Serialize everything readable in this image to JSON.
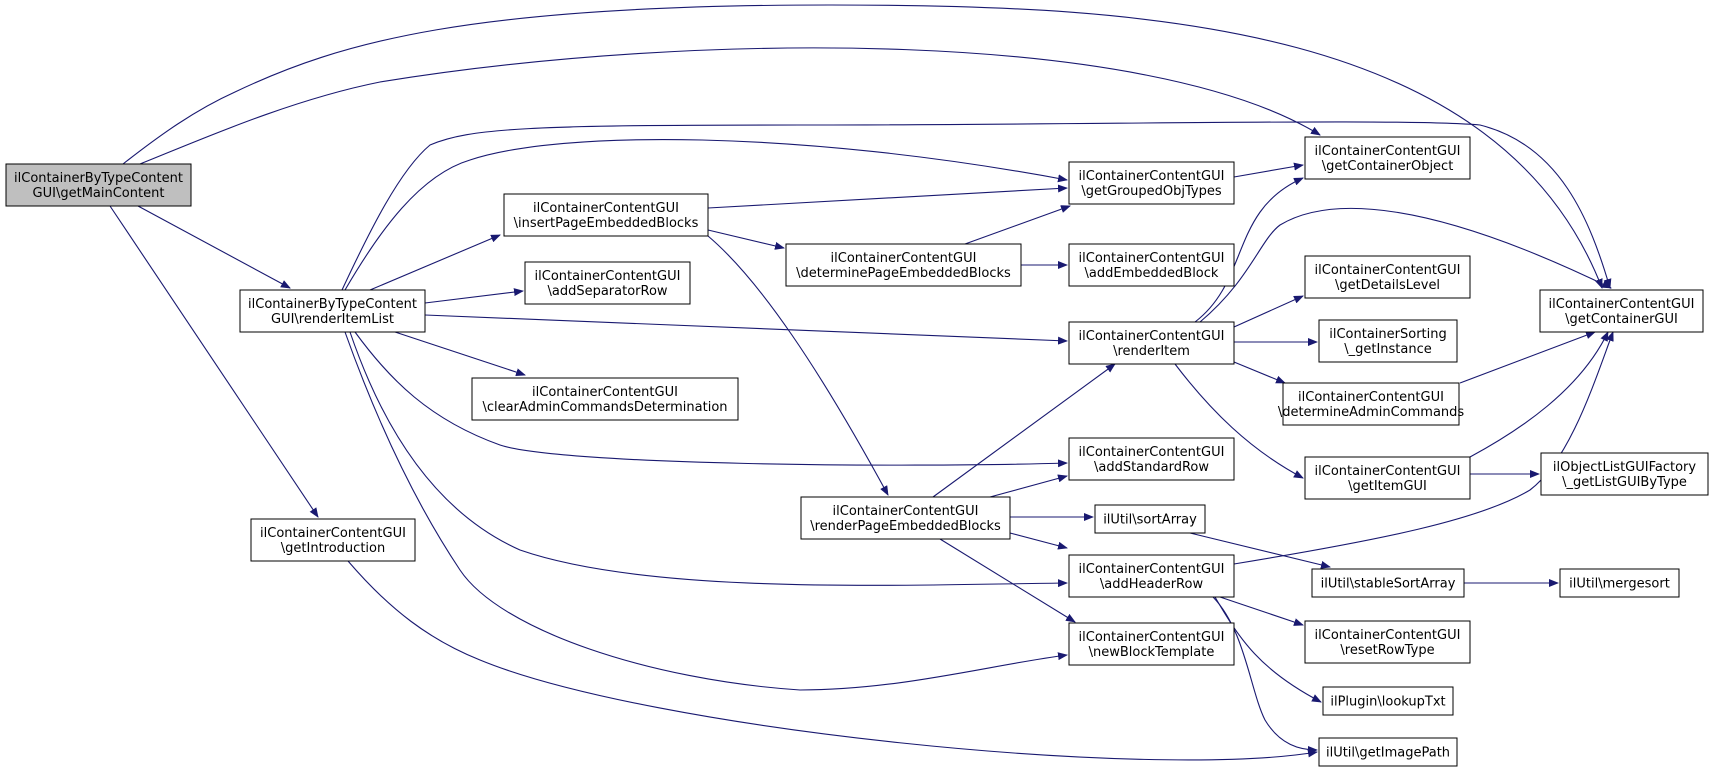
{
  "diagram": {
    "colors": {
      "node_fill": "#ffffff",
      "root_fill": "#bfbfbf",
      "edge": "#191970",
      "text": "#000000"
    },
    "nodes": [
      {
        "id": "n1",
        "lines": [
          "ilContainerByTypeContent",
          "GUI\\getMainContent"
        ],
        "root": true
      },
      {
        "id": "n2",
        "lines": [
          "ilContainerContentGUI",
          "\\getContainerObject"
        ]
      },
      {
        "id": "n3",
        "lines": [
          "ilContainerContentGUI",
          "\\getContainerGUI"
        ]
      },
      {
        "id": "n4",
        "lines": [
          "ilContainerByTypeContent",
          "GUI\\renderItemList"
        ]
      },
      {
        "id": "n5",
        "lines": [
          "ilContainerContentGUI",
          "\\getIntroduction"
        ]
      },
      {
        "id": "n6",
        "lines": [
          "ilUtil\\getImagePath"
        ]
      },
      {
        "id": "n7",
        "lines": [
          "ilContainerContentGUI",
          "\\getGroupedObjTypes"
        ]
      },
      {
        "id": "n8",
        "lines": [
          "ilContainerContentGUI",
          "\\insertPageEmbeddedBlocks"
        ]
      },
      {
        "id": "n9",
        "lines": [
          "ilContainerContentGUI",
          "\\addSeparatorRow"
        ]
      },
      {
        "id": "n10",
        "lines": [
          "ilContainerContentGUI",
          "\\renderItem"
        ]
      },
      {
        "id": "n11",
        "lines": [
          "ilContainerContentGUI",
          "\\clearAdminCommandsDetermination"
        ]
      },
      {
        "id": "n12",
        "lines": [
          "ilContainerContentGUI",
          "\\addStandardRow"
        ]
      },
      {
        "id": "n13",
        "lines": [
          "ilContainerContentGUI",
          "\\addHeaderRow"
        ]
      },
      {
        "id": "n14",
        "lines": [
          "ilContainerContentGUI",
          "\\newBlockTemplate"
        ]
      },
      {
        "id": "n15",
        "lines": [
          "ilContainerContentGUI",
          "\\determinePageEmbeddedBlocks"
        ]
      },
      {
        "id": "n16",
        "lines": [
          "ilContainerContentGUI",
          "\\renderPageEmbeddedBlocks"
        ]
      },
      {
        "id": "n17",
        "lines": [
          "ilContainerContentGUI",
          "\\addEmbeddedBlock"
        ]
      },
      {
        "id": "n18",
        "lines": [
          "ilUtil\\sortArray"
        ]
      },
      {
        "id": "n19",
        "lines": [
          "ilContainerContentGUI",
          "\\getDetailsLevel"
        ]
      },
      {
        "id": "n20",
        "lines": [
          "ilContainerSorting",
          "\\_getInstance"
        ]
      },
      {
        "id": "n21",
        "lines": [
          "ilContainerContentGUI",
          "\\determineAdminCommands"
        ]
      },
      {
        "id": "n22",
        "lines": [
          "ilContainerContentGUI",
          "\\getItemGUI"
        ]
      },
      {
        "id": "n23",
        "lines": [
          "ilObjectListGUIFactory",
          "\\_getListGUIByType"
        ]
      },
      {
        "id": "n24",
        "lines": [
          "ilUtil\\stableSortArray"
        ]
      },
      {
        "id": "n25",
        "lines": [
          "ilUtil\\mergesort"
        ]
      },
      {
        "id": "n26",
        "lines": [
          "ilContainerContentGUI",
          "\\resetRowType"
        ]
      },
      {
        "id": "n27",
        "lines": [
          "ilPlugin\\lookupTxt"
        ]
      }
    ],
    "edges": [
      {
        "from": "n1",
        "to": "n3"
      },
      {
        "from": "n1",
        "to": "n2"
      },
      {
        "from": "n1",
        "to": "n4"
      },
      {
        "from": "n1",
        "to": "n5"
      },
      {
        "from": "n5",
        "to": "n6"
      },
      {
        "from": "n4",
        "to": "n3"
      },
      {
        "from": "n4",
        "to": "n7"
      },
      {
        "from": "n4",
        "to": "n8"
      },
      {
        "from": "n4",
        "to": "n9"
      },
      {
        "from": "n4",
        "to": "n10"
      },
      {
        "from": "n4",
        "to": "n11"
      },
      {
        "from": "n4",
        "to": "n12"
      },
      {
        "from": "n4",
        "to": "n13"
      },
      {
        "from": "n4",
        "to": "n14"
      },
      {
        "from": "n8",
        "to": "n7"
      },
      {
        "from": "n8",
        "to": "n15"
      },
      {
        "from": "n8",
        "to": "n16"
      },
      {
        "from": "n15",
        "to": "n7"
      },
      {
        "from": "n15",
        "to": "n17"
      },
      {
        "from": "n7",
        "to": "n2"
      },
      {
        "from": "n10",
        "to": "n2"
      },
      {
        "from": "n10",
        "to": "n3"
      },
      {
        "from": "n10",
        "to": "n19"
      },
      {
        "from": "n10",
        "to": "n20"
      },
      {
        "from": "n10",
        "to": "n21"
      },
      {
        "from": "n10",
        "to": "n22"
      },
      {
        "from": "n21",
        "to": "n3"
      },
      {
        "from": "n22",
        "to": "n3"
      },
      {
        "from": "n22",
        "to": "n23"
      },
      {
        "from": "n16",
        "to": "n10"
      },
      {
        "from": "n16",
        "to": "n12"
      },
      {
        "from": "n16",
        "to": "n18"
      },
      {
        "from": "n16",
        "to": "n13"
      },
      {
        "from": "n16",
        "to": "n14"
      },
      {
        "from": "n18",
        "to": "n24"
      },
      {
        "from": "n24",
        "to": "n25"
      },
      {
        "from": "n13",
        "to": "n3"
      },
      {
        "from": "n13",
        "to": "n26"
      },
      {
        "from": "n13",
        "to": "n27"
      },
      {
        "from": "n13",
        "to": "n6"
      }
    ]
  }
}
